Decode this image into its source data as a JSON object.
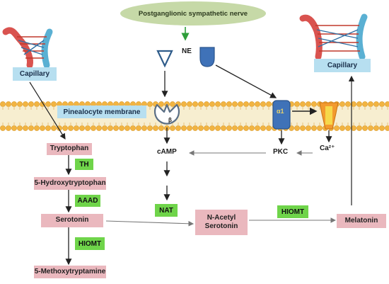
{
  "nerve": "Postganglionic sympathetic nerve",
  "capillary_left": "Capillary",
  "capillary_right": "Capillary",
  "membrane": "Pinealocyte membrane",
  "ne": "NE",
  "beta": "β",
  "alpha1": "α1",
  "camp": "cAMP",
  "pkc": "PKC",
  "calcium": "Ca²⁺",
  "nat": "NAT",
  "tryptophan": "Tryptophan",
  "th": "TH",
  "hydroxytryptophan": "5-Hydroxytryptophan",
  "aaad": "AAAD",
  "serotonin": "Serotonin",
  "hiomt_left": "HIOMT",
  "methoxytryptamine": "5-Methoxytryptamine",
  "n_acetyl_line1": "N-Acetyl",
  "n_acetyl_line2": "Serotonin",
  "hiomt_right": "HIOMT",
  "melatonin": "Melatonin",
  "colors": {
    "pink_box": "#eab8be",
    "green_box": "#6fd44a",
    "blue_box": "#b7dff0",
    "nerve_fill": "#c6d9a7",
    "receptor_blue": "#3f72b8",
    "channel_orange": "#f29a2e"
  }
}
